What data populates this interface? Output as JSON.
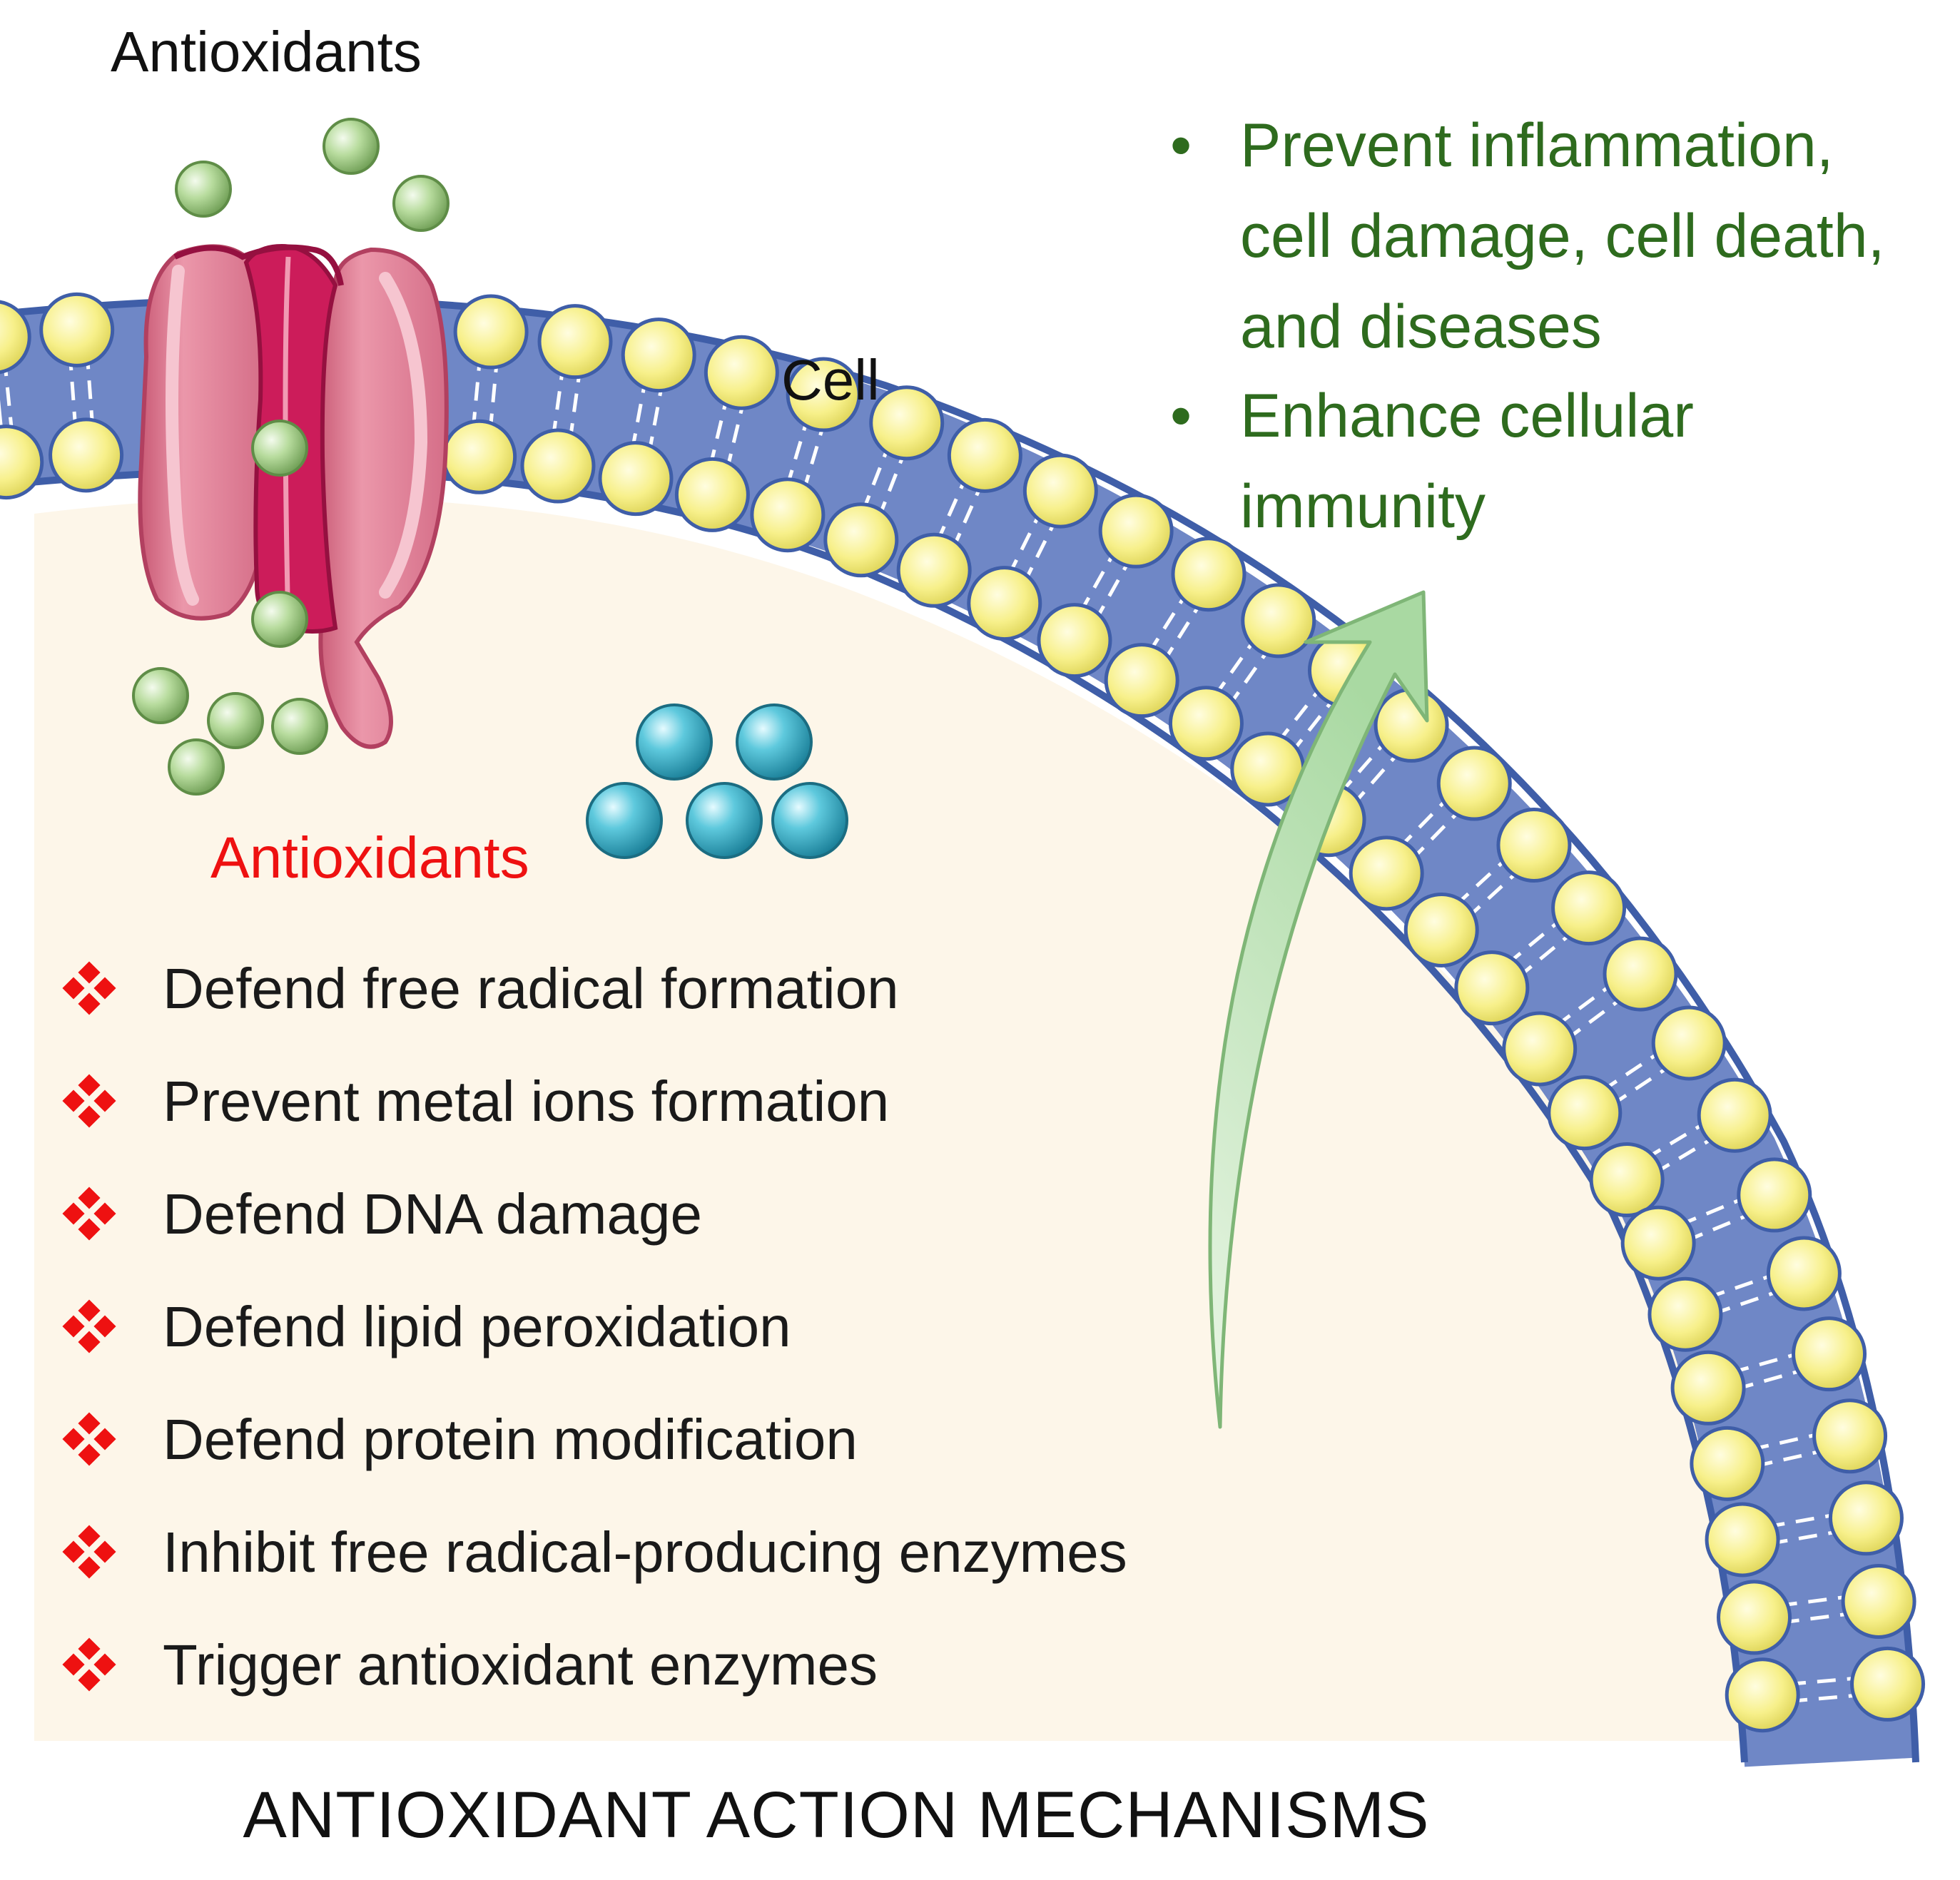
{
  "labels": {
    "antioxidants_outside": "Antioxidants",
    "cell": "Cell",
    "antioxidants_inside": "Antioxidants",
    "caption": "ANTIOXIDANT ACTION MECHANISMS"
  },
  "mechanisms": [
    "Defend free radical formation",
    "Prevent metal ions formation",
    "Defend DNA damage",
    "Defend lipid peroxidation",
    "Defend protein modification",
    "Inhibit free radical-producing enzymes",
    "Trigger antioxidant enzymes"
  ],
  "outcomes": [
    {
      "bullet": "•",
      "lines": [
        "Prevent inflammation,",
        "cell damage, cell death,",
        "and diseases"
      ]
    },
    {
      "bullet": "•",
      "lines": [
        "Enhance cellular",
        "immunity"
      ]
    }
  ],
  "icons": {
    "mechanism_bullet": "red-diamond-cluster-icon",
    "transport_protein": "channel-protein-icon",
    "antioxidant_molecule": "green-sphere-icon",
    "intracellular_molecule": "cyan-sphere-icon",
    "effect_arrow": "upward-curved-arrow-icon"
  },
  "colors": {
    "cytoplasm": "#fdf6e9",
    "membrane": "#6f87c6",
    "lipid_head": "#f5ee7a",
    "protein": "#e07a93",
    "protein_core": "#cc1c5a",
    "green_molecule": "#9ccb7e",
    "cyan_molecule": "#2aa6c2",
    "arrow": "#b5ddb0",
    "bullet_red": "#ee1111",
    "outcome_text": "#2e6b1e"
  }
}
